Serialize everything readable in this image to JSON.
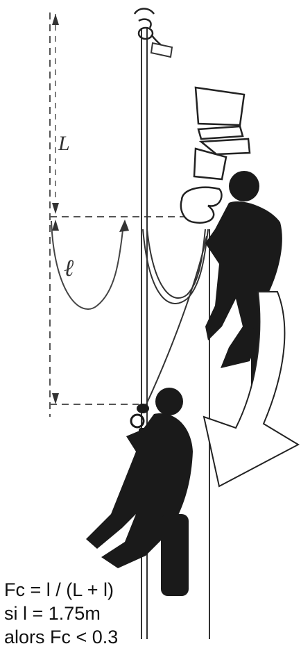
{
  "labels": {
    "fall_height": "L",
    "rope_slack": "ℓ"
  },
  "formula": {
    "line1": "Fc = l / (L + l)",
    "line2": "si l = 1.75m",
    "line3": "alors Fc < 0.3"
  },
  "colors": {
    "ink": "#1a1a1a",
    "line": "#555555"
  }
}
